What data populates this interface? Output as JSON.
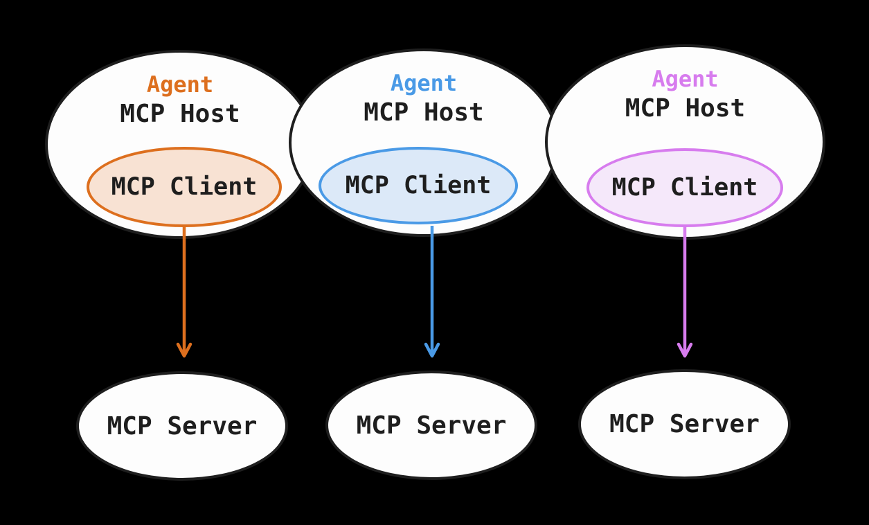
{
  "diagram": {
    "background": "#000000",
    "node_fill": "#FDFDFD",
    "outline_color": "#1E1E1E",
    "text_color": "#1E1E1E",
    "columns": [
      {
        "name": "agent-1-orange",
        "accent": "#DD6F1E",
        "client_fill": "#F8E2D3",
        "agent_label": "Agent",
        "host_label": "MCP Host",
        "client_label": "MCP Client",
        "server_label": "MCP Server"
      },
      {
        "name": "agent-2-blue",
        "accent": "#4A9AE6",
        "client_fill": "#DCE9F8",
        "agent_label": "Agent",
        "host_label": "MCP Host",
        "client_label": "MCP Client",
        "server_label": "MCP Server"
      },
      {
        "name": "agent-3-violet",
        "accent": "#D77CEE",
        "client_fill": "#F5E8FA",
        "agent_label": "Agent",
        "host_label": "MCP Host",
        "client_label": "MCP Client",
        "server_label": "MCP Server"
      }
    ]
  }
}
